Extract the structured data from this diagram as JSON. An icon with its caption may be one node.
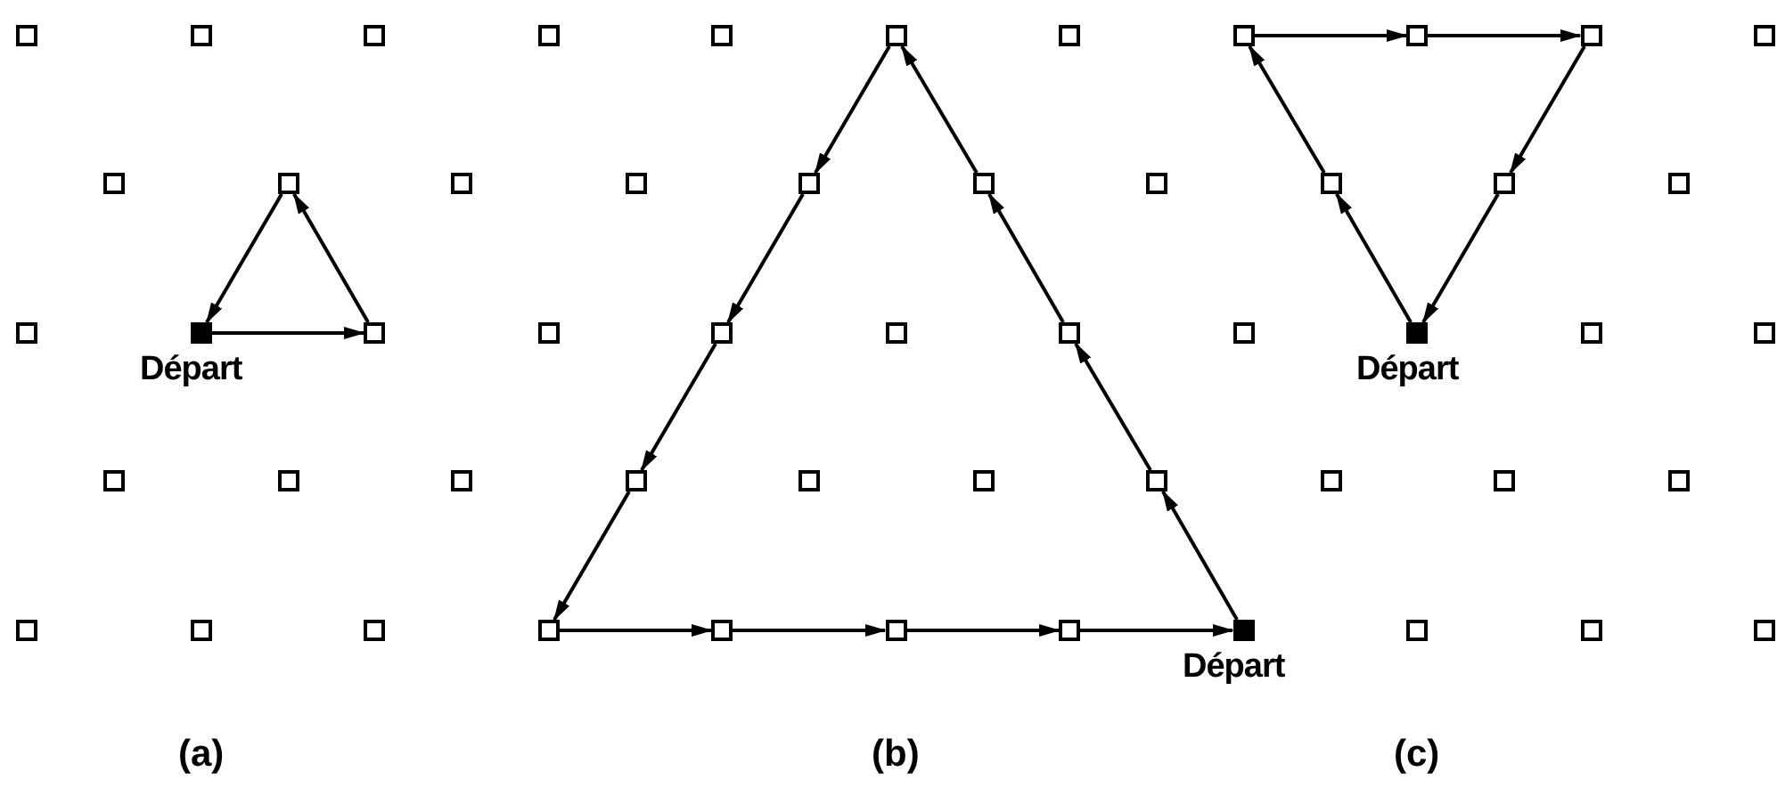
{
  "diagram": {
    "nodes": [
      {
        "text": [],
        "shape": "box"
      },
      {
        "text": [],
        "shape": "box"
      },
      {
        "text": [],
        "shape": "box"
      },
      {
        "text": [],
        "shape": "box"
      },
      {
        "text": [],
        "shape": "box"
      },
      {
        "text": [],
        "shape": "box"
      },
      {
        "text": [],
        "shape": "box"
      },
      {
        "text": [],
        "shape": "box"
      },
      {
        "text": [],
        "shape": "box"
      },
      {
        "text": [],
        "shape": "box"
      },
      {
        "text": [],
        "shape": "box"
      },
      {
        "text": [],
        "shape": "box"
      },
      {
        "text": [],
        "shape": "box"
      },
      {
        "text": [],
        "shape": "box"
      },
      {
        "text": [],
        "shape": "box"
      },
      {
        "text": [],
        "shape": "box"
      },
      {
        "text": [],
        "shape": "box"
      },
      {
        "text": [],
        "shape": "box"
      },
      {
        "text": [],
        "shape": "box"
      },
      {
        "text": [],
        "shape": "box"
      },
      {
        "text": [],
        "shape": "box"
      },
      {
        "text": [],
        "shape": "box"
      },
      {
        "text": [
          "Départ"
        ]
      },
      {
        "text": [],
        "shape": "box"
      },
      {
        "text": [],
        "shape": "box"
      },
      {
        "text": [],
        "shape": "box"
      },
      {
        "text": [],
        "shape": "box"
      },
      {
        "text": [],
        "shape": "box"
      },
      {
        "text": [],
        "shape": "box"
      },
      {
        "text": [
          "Départ"
        ]
      },
      {
        "text": [],
        "shape": "box"
      },
      {
        "text": [],
        "shape": "box"
      },
      {
        "text": [],
        "shape": "box"
      },
      {
        "text": [],
        "shape": "box"
      },
      {
        "text": [],
        "shape": "box"
      },
      {
        "text": [],
        "shape": "box"
      },
      {
        "text": [],
        "shape": "box"
      },
      {
        "text": [],
        "shape": "box"
      },
      {
        "text": [],
        "shape": "box"
      },
      {
        "text": [],
        "shape": "box"
      },
      {
        "text": [],
        "shape": "box"
      },
      {
        "text": [],
        "shape": "box"
      },
      {
        "text": [],
        "shape": "box"
      },
      {
        "text": [],
        "shape": "box"
      },
      {
        "text": [],
        "shape": "box"
      },
      {
        "text": [],
        "shape": "box"
      },
      {
        "text": [],
        "shape": "box"
      },
      {
        "text": [],
        "shape": "box"
      },
      {
        "text": [],
        "shape": "box"
      },
      {
        "text": [
          "Départ"
        ]
      },
      {
        "text": [],
        "shape": "box"
      },
      {
        "text": [],
        "shape": "box"
      },
      {
        "text": [],
        "shape": "box"
      }
    ],
    "edges": [
      {
        "from": 22,
        "to": 23,
        "arrow": "to"
      },
      {
        "from": 23,
        "to": 12,
        "arrow": "to"
      },
      {
        "from": 12,
        "to": 22,
        "arrow": "to"
      },
      {
        "from": 49,
        "to": 38,
        "arrow": "to"
      },
      {
        "from": 38,
        "to": 27,
        "arrow": "to"
      },
      {
        "from": 27,
        "to": 16,
        "arrow": "to"
      },
      {
        "from": 16,
        "to": 5,
        "arrow": "to"
      },
      {
        "from": 5,
        "to": 15,
        "arrow": "to"
      },
      {
        "from": 15,
        "to": 25,
        "arrow": "to"
      },
      {
        "from": 25,
        "to": 35,
        "arrow": "to"
      },
      {
        "from": 35,
        "to": 45,
        "arrow": "to"
      },
      {
        "from": 45,
        "to": 46,
        "arrow": "to"
      },
      {
        "from": 46,
        "to": 47,
        "arrow": "to"
      },
      {
        "from": 47,
        "to": 48,
        "arrow": "to"
      },
      {
        "from": 48,
        "to": 49,
        "arrow": "to"
      },
      {
        "from": 29,
        "to": 18,
        "arrow": "to"
      },
      {
        "from": 18,
        "to": 7,
        "arrow": "to"
      },
      {
        "from": 7,
        "to": 8,
        "arrow": "to"
      },
      {
        "from": 8,
        "to": 9,
        "arrow": "to"
      },
      {
        "from": 9,
        "to": 19,
        "arrow": "to"
      },
      {
        "from": 19,
        "to": 29,
        "arrow": "to"
      }
    ],
    "labels": [
      "(a)",
      "(b)",
      "(c)"
    ]
  }
}
